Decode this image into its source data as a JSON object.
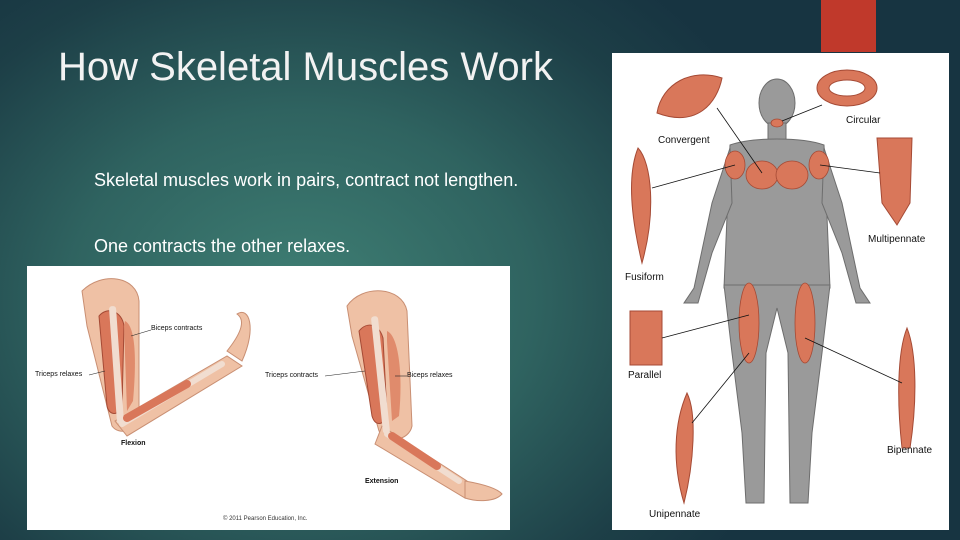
{
  "slide": {
    "title": "How Skeletal Muscles Work",
    "bullets": [
      "Skeletal muscles work in pairs, contract not lengthen.",
      "One contracts the other relaxes."
    ],
    "colors": {
      "accent": "#c0392b",
      "muscle": "#d9775a",
      "bone": "#f1ddd0",
      "body": "#9a9a9a"
    }
  },
  "left_figure": {
    "labels": {
      "biceps_contracts": "Biceps contracts",
      "triceps_relaxes": "Triceps relaxes",
      "flexion": "Flexion",
      "triceps_contracts": "Triceps contracts",
      "biceps_relaxes": "Biceps relaxes",
      "extension": "Extension",
      "copyright": "© 2011 Pearson Education, Inc."
    }
  },
  "right_figure": {
    "labels": {
      "convergent": "Convergent",
      "circular": "Circular",
      "multipennate": "Multipennate",
      "fusiform": "Fusiform",
      "parallel": "Parallel",
      "bipennate": "Bipennate",
      "unipennate": "Unipennate"
    }
  }
}
